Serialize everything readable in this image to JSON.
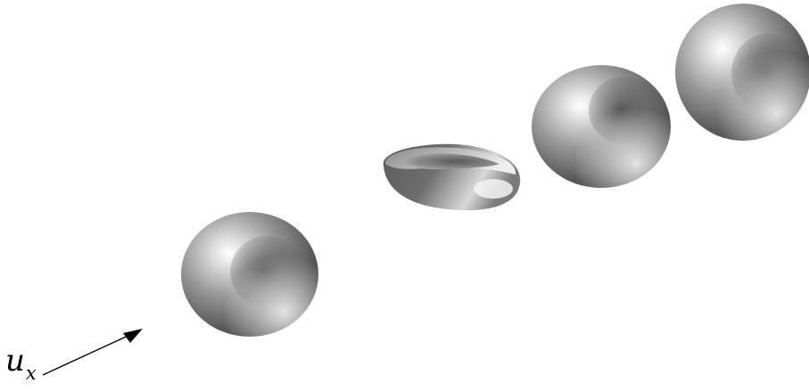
{
  "flow_label": {
    "symbol": "u",
    "subscript": "x"
  },
  "colors": {
    "background": "#ffffff",
    "cell_light": "#f4f4f4",
    "cell_mid": "#a9a9a9",
    "cell_dark": "#4a4a4a",
    "arrow": "#000000"
  },
  "icons": {
    "flow_direction": "arrow-icon"
  },
  "cells": [
    {
      "shape": "sphere"
    },
    {
      "shape": "biconcave-disc"
    },
    {
      "shape": "sphere"
    },
    {
      "shape": "sphere"
    }
  ]
}
